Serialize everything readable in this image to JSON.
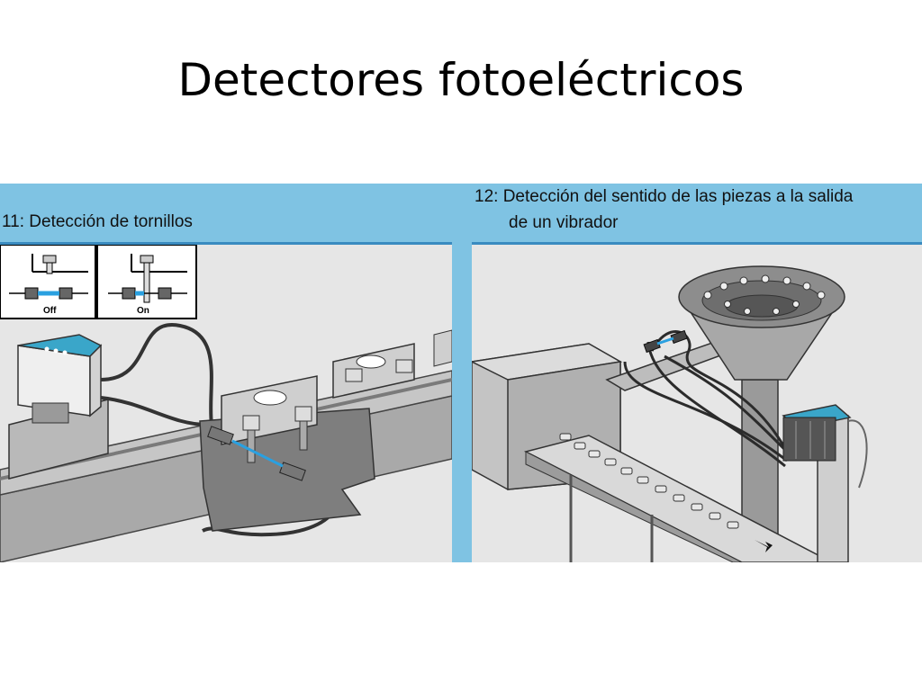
{
  "slide": {
    "title": "Detectores fotoeléctricos"
  },
  "panels": {
    "left": {
      "caption": "11: Detección de tornillos",
      "inset_off": "Off",
      "inset_on": "On"
    },
    "right": {
      "caption_line1": "12: Detección del sentido de las piezas a la salida",
      "caption_line2": "de un vibrador"
    }
  },
  "colors": {
    "frame_blue": "#7fc3e3",
    "sensor_teal": "#3aa6c9",
    "beam_blue": "#2aa0e0",
    "background_gray": "#e6e6e6"
  }
}
